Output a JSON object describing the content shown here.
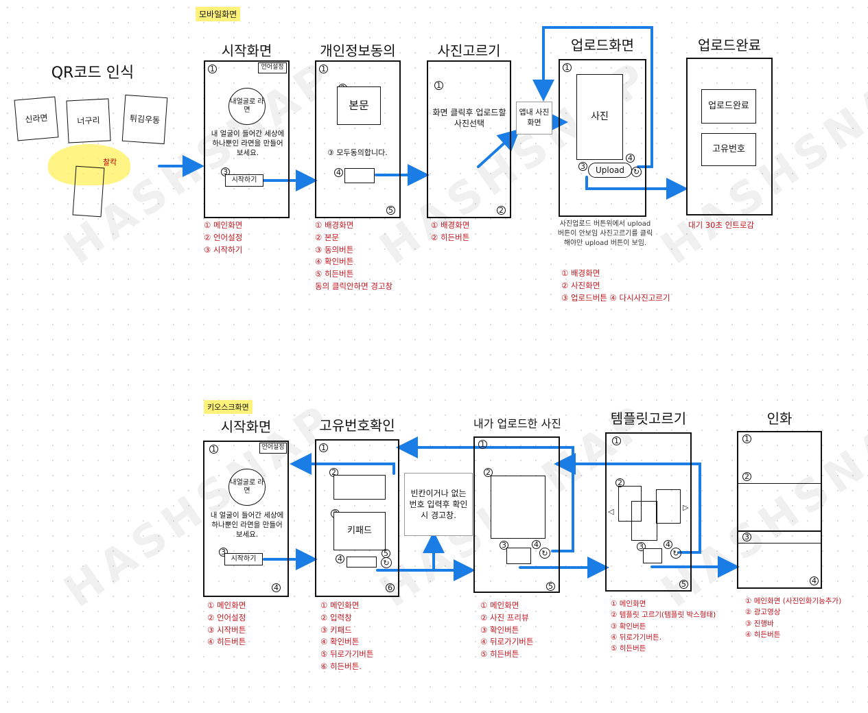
{
  "mobile_section_label": "모바일화면",
  "kiosk_section_label": "키오스크화면",
  "qr": {
    "title": "QR코드 인식",
    "cards": [
      "신라면",
      "너구리",
      "튀김우동"
    ],
    "scan_label": "찰칵"
  },
  "mobile": {
    "start": {
      "title": "시작화면",
      "language": "언어설정",
      "logo": "내얼굴로 라면",
      "body": "내 얼굴이 들어간 세상에 하나뿐인 라면을 만들어보세요.",
      "button": "시작하기",
      "notes": [
        "① 메인화면",
        "② 언어설정",
        "③ 시작하기"
      ]
    },
    "privacy": {
      "title": "개인정보동의",
      "content": "본문",
      "agree": "③ 모두동의합니다.",
      "notes": [
        "① 배경화면",
        "② 본문",
        "③ 동의버튼",
        "④ 확인버튼",
        "⑤ 히든버튼",
        "동의 클릭안하면 경고창"
      ]
    },
    "photo_select": {
      "title": "사진고르기",
      "body": "화면 클릭후 업로드할 사진선택",
      "popup": "앱내 사진화면",
      "notes": [
        "① 배경화면",
        "② 히든버튼"
      ]
    },
    "upload": {
      "title": "업로드화면",
      "photo": "사진",
      "upload_btn": "Upload",
      "desc": "사진업로드 버튼위에서 upload 버튼이 안보임 사진고르기를 클릭해야만 upload 버튼이 보임.",
      "notes": [
        "① 배경화면",
        "② 사진화면",
        "③ 업로드버튼 ④ 다시사진고르기"
      ]
    },
    "done": {
      "title": "업로드완료",
      "box1": "업로드완료",
      "box2": "고유번호",
      "notes": [
        "대기 30초 인트로감"
      ]
    }
  },
  "kiosk": {
    "start": {
      "title": "시작화면",
      "language": "언어설정",
      "logo": "내얼굴로 라면",
      "body": "내 얼굴이 들어간 세상에 하나뿐인 라면을 만들어보세요.",
      "button": "시작하기",
      "notes": [
        "① 메인화면",
        "② 언어설정",
        "③ 시작버튼",
        "④ 히든버튼"
      ]
    },
    "code_check": {
      "title": "고유번호확인",
      "keypad": "키패드",
      "notes": [
        "① 메인화면",
        "② 입력창",
        "③ 키패드",
        "④ 확인버튼",
        "⑤ 뒤로가기버튼",
        "⑥ 히든버튼."
      ]
    },
    "warning": "빈칸이거나 없는번호 입력후 확인시 경고창.",
    "my_photo": {
      "title": "내가 업로드한 사진",
      "notes": [
        "① 메인화면",
        "② 사진 프리뷰",
        "③ 확인버튼",
        "④ 뒤로가기버튼",
        "⑤ 히든버튼"
      ]
    },
    "template": {
      "title": "템플릿고르기",
      "notes": [
        "① 메인화면",
        "② 템플릿 고르기(템플릿 박스형태)",
        "③ 확인버튼",
        "④ 뒤로가기버튼.",
        "⑤ 히든버튼"
      ]
    },
    "print": {
      "title": "인화",
      "notes": [
        "① 메인화면 (사진인화기능추가)",
        "② 광고영상",
        "③ 진행바",
        "④ 히든버튼"
      ]
    }
  },
  "watermark": "HASHSNAP",
  "colors": {
    "arrow": "#1a7de6",
    "note": "#c0141e",
    "highlight": "#fff27a"
  }
}
